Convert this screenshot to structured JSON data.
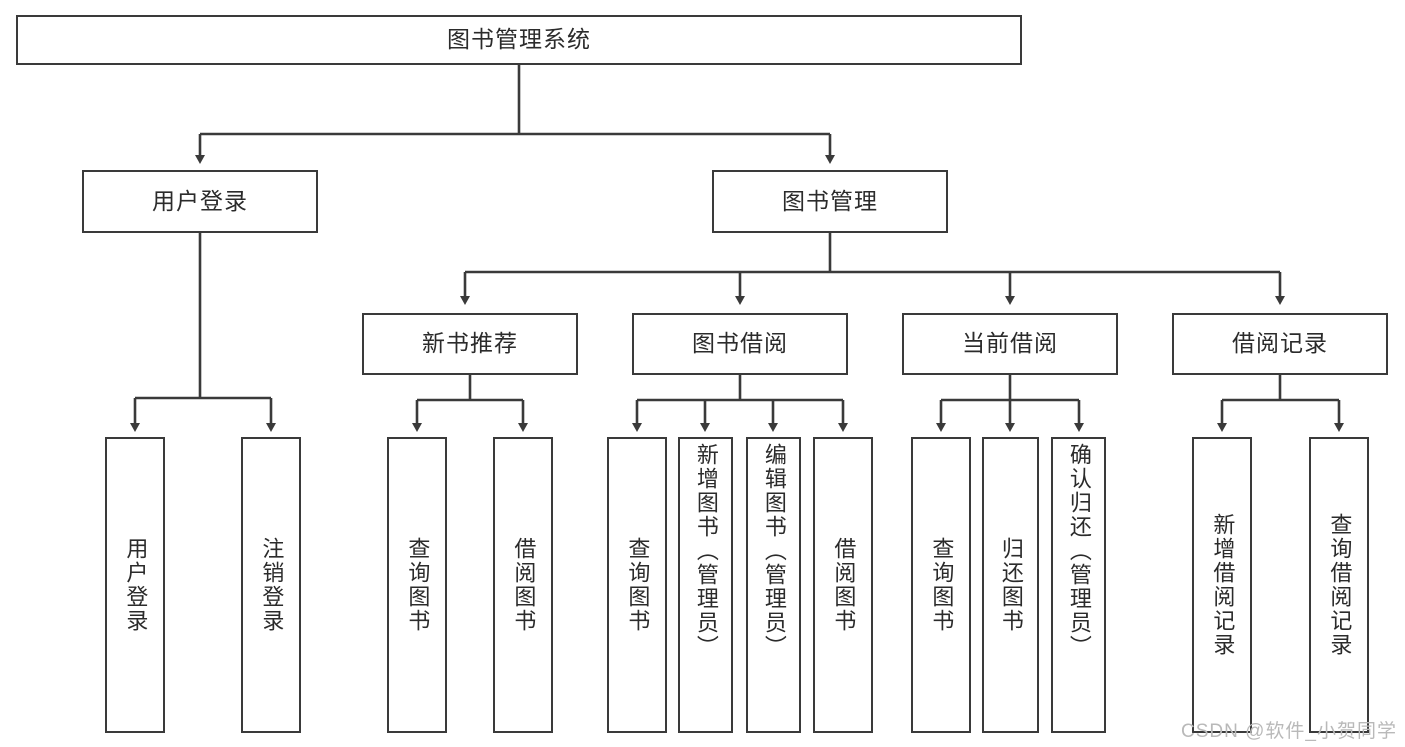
{
  "diagram": {
    "title": "图书管理系统",
    "type": "tree",
    "colors": {
      "border": "#3a3a3a",
      "text": "#2b2b2b",
      "background": "#ffffff",
      "watermark": "#b9b9b9"
    },
    "root": {
      "label": "图书管理系统"
    },
    "level2": [
      {
        "label": "用户登录"
      },
      {
        "label": "图书管理"
      }
    ],
    "level3": [
      {
        "label": "新书推荐"
      },
      {
        "label": "图书借阅"
      },
      {
        "label": "当前借阅"
      },
      {
        "label": "借阅记录"
      }
    ],
    "leaves": {
      "user_login": [
        {
          "label": "用户登录"
        },
        {
          "label": "注销登录"
        }
      ],
      "new_book_recommend": [
        {
          "label": "查询图书"
        },
        {
          "label": "借阅图书"
        }
      ],
      "book_borrow": [
        {
          "label": "查询图书"
        },
        {
          "label": "新增图书（管理员）"
        },
        {
          "label": "编辑图书（管理员）"
        },
        {
          "label": "借阅图书"
        }
      ],
      "current_borrow": [
        {
          "label": "查询图书"
        },
        {
          "label": "归还图书"
        },
        {
          "label": "确认归还（管理员）"
        }
      ],
      "borrow_record": [
        {
          "label": "新增借阅记录"
        },
        {
          "label": "查询借阅记录"
        }
      ]
    }
  },
  "watermark": {
    "text": "CSDN @软件_小贺同学"
  }
}
